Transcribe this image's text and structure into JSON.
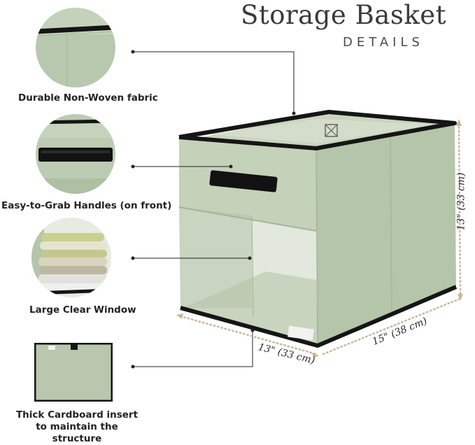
{
  "header": {
    "title": "Storage Basket",
    "subtitle": "DETAILS"
  },
  "features": [
    {
      "label": "Durable Non-Woven fabric"
    },
    {
      "label": "Easy-to-Grab Handles (on front)"
    },
    {
      "label": "Large Clear Window"
    },
    {
      "label": "Thick Cardboard insert to maintain the structure"
    }
  ],
  "dimensions": {
    "height": "13\" (33 cm)",
    "width": "15\" (38 cm)",
    "depth": "13\" (33 cm)"
  },
  "colors": {
    "sage": "#b7c7ad",
    "sage_light": "#cbd7c1",
    "sage_dark": "#a3b59a",
    "trim": "#1a1a1a",
    "dimension_dots": "#c9b79a"
  }
}
